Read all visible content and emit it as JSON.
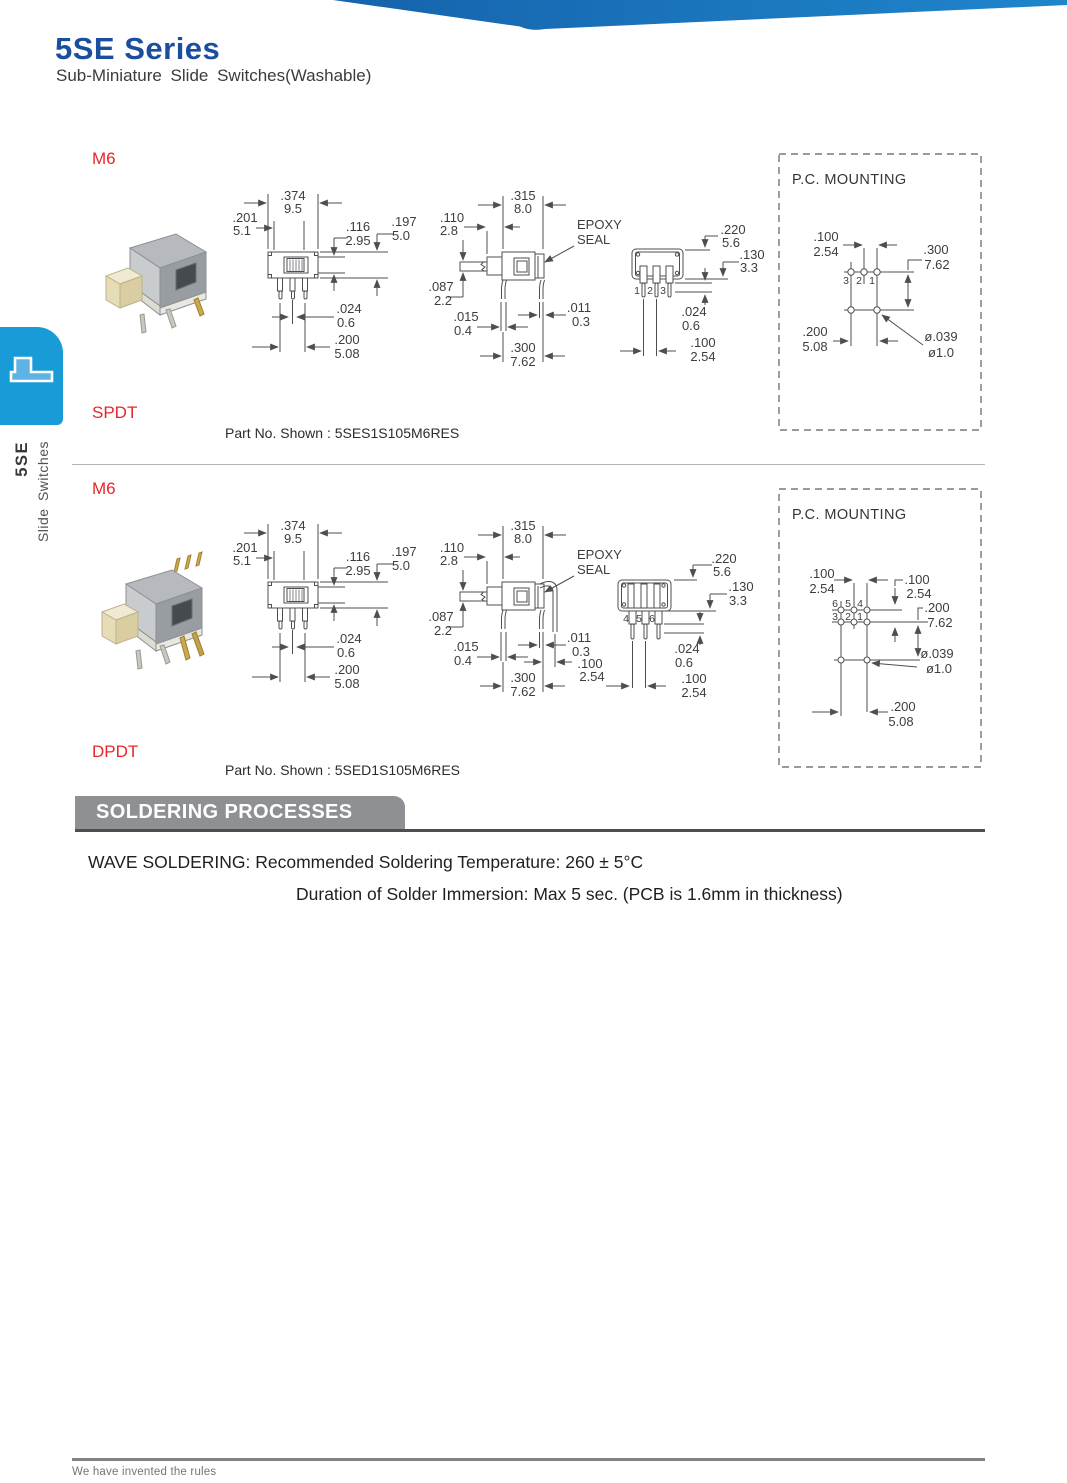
{
  "page": {
    "title": "5SE Series",
    "subtitle": "Sub-Miniature Slide Switches(Washable)",
    "footer_tagline": "We have invented the rules"
  },
  "sidebar": {
    "series": "5SE",
    "category": "Slide Switches"
  },
  "soldering": {
    "header": "SOLDERING PROCESSES",
    "line1": "WAVE SOLDERING: Recommended Soldering Temperature: 260 ± 5°C",
    "line2": "Duration of Solder Immersion: Max 5 sec. (PCB is 1.6mm in thickness)"
  },
  "sections": [
    {
      "variant": "M6",
      "type": "SPDT",
      "part_no": "Part No. Shown : 5SES1S105M6RES",
      "front": {
        "top": [
          ".374",
          "9.5"
        ],
        "left": [
          ".201",
          "5.1"
        ],
        "knob": [
          ".116",
          "2.95"
        ],
        "height": [
          ".197",
          "5.0"
        ],
        "pin_w": [
          ".024",
          "0.6"
        ],
        "pin_span": [
          ".200",
          "5.08"
        ]
      },
      "side": {
        "top": [
          ".315",
          "8.0"
        ],
        "stem": [
          ".110",
          "2.8"
        ],
        "epoxy": [
          "EPOXY",
          "SEAL"
        ],
        "stem_h": [
          ".087",
          "2.2"
        ],
        "pin_t": [
          ".015",
          "0.4"
        ],
        "pin_w": [
          ".011",
          "0.3"
        ],
        "span": [
          ".300",
          "7.62"
        ]
      },
      "end": {
        "height": [
          ".220",
          "5.6"
        ],
        "body": [
          ".130",
          "3.3"
        ],
        "pin_t": [
          ".024",
          "0.6"
        ],
        "pitch": [
          ".100",
          "2.54"
        ],
        "pins": [
          "1",
          "2",
          "3"
        ]
      },
      "pc": {
        "title": "P.C. MOUNTING",
        "pitch_x": [
          ".100",
          "2.54"
        ],
        "span_y": [
          ".300",
          "7.62"
        ],
        "span_x": [
          ".200",
          "5.08"
        ],
        "hole": [
          "ø.039",
          "ø1.0"
        ],
        "pins": [
          "3",
          "2",
          "1"
        ]
      }
    },
    {
      "variant": "M6",
      "type": "DPDT",
      "part_no": "Part No. Shown : 5SED1S105M6RES",
      "front": {
        "top": [
          ".374",
          "9.5"
        ],
        "left": [
          ".201",
          "5.1"
        ],
        "knob": [
          ".116",
          "2.95"
        ],
        "height": [
          ".197",
          "5.0"
        ],
        "pin_w": [
          ".024",
          "0.6"
        ],
        "pin_span": [
          ".200",
          "5.08"
        ]
      },
      "side": {
        "top": [
          ".315",
          "8.0"
        ],
        "stem": [
          ".110",
          "2.8"
        ],
        "epoxy": [
          "EPOXY",
          "SEAL"
        ],
        "stem_h": [
          ".087",
          "2.2"
        ],
        "pin_t": [
          ".015",
          "0.4"
        ],
        "pin_w": [
          ".011",
          "0.3"
        ],
        "pitch": [
          ".100",
          "2.54"
        ],
        "span": [
          ".300",
          "7.62"
        ]
      },
      "end": {
        "height": [
          ".220",
          "5.6"
        ],
        "body": [
          ".130",
          "3.3"
        ],
        "pin_t": [
          ".024",
          "0.6"
        ],
        "pitch": [
          ".100",
          "2.54"
        ],
        "pins": [
          "4",
          "5",
          "6"
        ]
      },
      "pc": {
        "title": "P.C. MOUNTING",
        "pitch_x": [
          ".100",
          "2.54"
        ],
        "pitch_y": [
          ".100",
          "2.54"
        ],
        "span_y": [
          ".200",
          "7.62"
        ],
        "span_x": [
          ".200",
          "5.08"
        ],
        "hole": [
          "ø.039",
          "ø1.0"
        ],
        "pins_top": [
          "6",
          "5",
          "4"
        ],
        "pins_mid": [
          "3",
          "2",
          "1"
        ]
      }
    }
  ]
}
